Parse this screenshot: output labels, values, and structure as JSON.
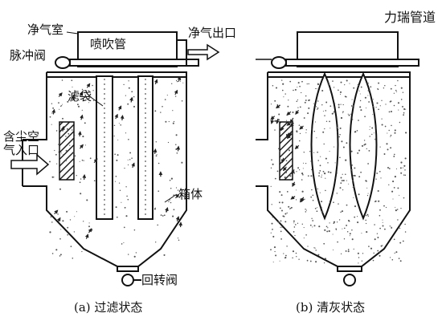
{
  "brand": "力瑞管道",
  "panel_a": {
    "caption": "(a)  过滤状态",
    "labels": {
      "clean_chamber": "净气室",
      "pulse_valve": "脉冲阀",
      "blow_pipe": "喷吹管",
      "clean_outlet": "净气出口",
      "filter_bag": "滤袋",
      "dust_inlet_line1": "含尘空",
      "dust_inlet_line2": "气入口",
      "housing": "箱体",
      "rotary_valve": "回转阀"
    }
  },
  "panel_b": {
    "caption": "(b)  清灰状态"
  }
}
